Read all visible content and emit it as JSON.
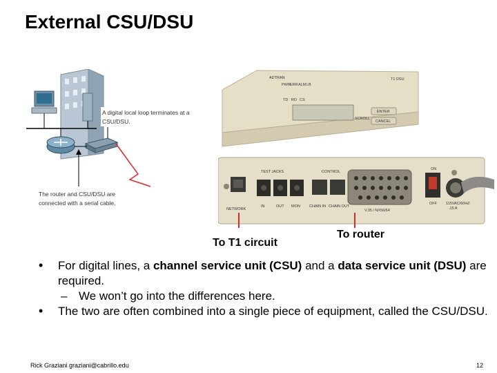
{
  "slide": {
    "title": "External CSU/DSU",
    "page_number": "12",
    "footer": "Rick Graziani graziani@cabrillo.edu"
  },
  "diagram": {
    "label_top": [
      "A digital local loop terminates at a",
      "CSU/DSU."
    ],
    "label_bottom": [
      "The router and CSU/DSU are",
      "connected with a serial cable."
    ]
  },
  "device": {
    "brand": "ADTRAN",
    "model": "T1 DSU",
    "front_buttons": [
      "ENTER",
      "SCROLL",
      "CANCEL"
    ],
    "front_leds": [
      "PWR",
      "ERR",
      "ALM",
      "LB",
      "TD",
      "RD",
      "CS"
    ],
    "rear_groups": [
      "TEST JACKS",
      "CONTROL"
    ],
    "rear_ports": [
      "NETWORK",
      "IN",
      "OUT",
      "MON",
      "CHAIN IN",
      "CHAIN OUT",
      "V.35 / NX56/64"
    ],
    "switch_labels": [
      "ON",
      "OFF"
    ],
    "power_label": [
      "115VAC/60HZ",
      ".15 A"
    ]
  },
  "callouts": {
    "t1": "To T1 circuit",
    "router": "To router"
  },
  "bullets": {
    "b1": {
      "pre": "For digital lines, a ",
      "bold1": "channel service unit (CSU)",
      "mid": " and a ",
      "bold2": "data service unit (DSU)",
      "post": " are required."
    },
    "sub1": "We won’t go into the differences here.",
    "b2": "The two are often combined into a single piece of equipment, called the CSU/DSU."
  }
}
